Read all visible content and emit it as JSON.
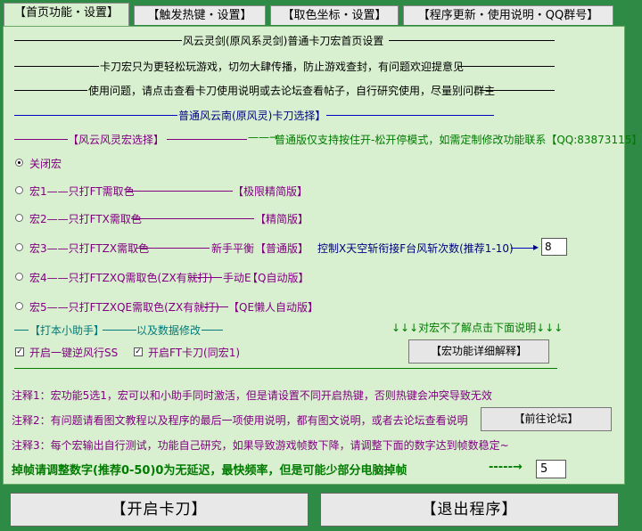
{
  "tabs": [
    {
      "label": "【首页功能・设置】"
    },
    {
      "label": "【触发热键・设置】"
    },
    {
      "label": "【取色坐标・设置】"
    },
    {
      "label": "【程序更新・使用说明・QQ群号】"
    }
  ],
  "header": {
    "title": "风云灵剑(原风系灵剑)普通卡刀宏首页设置",
    "line2": "卡刀宏只为更轻松玩游戏，切勿大肆传播，防止游戏查封，有问题欢迎提意见",
    "line3": "使用问题，请点击查看卡刀使用说明或去论坛查看帖子，自行研究使用，尽量别问群主"
  },
  "section": {
    "title": "普通风云南(原风灵)卡刀选择】",
    "macro_select": "【风云风灵宏选择】",
    "note": "普通版仅支持按住开-松开停模式，如需定制修改功能联系【QQ:83873115】"
  },
  "macros": [
    {
      "label": "关闭宏",
      "checked": true
    },
    {
      "label": "宏1——只打FT需取色",
      "tag": "【极限精简版】",
      "checked": false
    },
    {
      "label": "宏2——只打FTX需取色",
      "tag": "【精简版】",
      "checked": false
    },
    {
      "label": "宏3——只打FTZX需取色",
      "mid": "新手平衡",
      "tag": "【普通版】",
      "checked": false
    },
    {
      "label": "宏4——只打FTZXQ需取色(ZX有就打)",
      "mid": "手动E",
      "tag": "【Q自动版】",
      "checked": false
    },
    {
      "label": "宏5——只打FTZXQE需取色(ZX有就打)",
      "tag": "【QE懒人自动版】",
      "checked": false
    }
  ],
  "control": {
    "label": "控制X天空斩衔接F台风斩次数(推荐1-10)",
    "value": "8"
  },
  "helper": {
    "title": "【打本小助手】",
    "data": "以及数据修改",
    "arrows_note": "↓↓↓对宏不了解点击下面说明↓↓↓",
    "check1": "开启一键逆风行SS",
    "check1_checked": true,
    "check2": "开启FT卡刀(同宏1)",
    "check2_checked": true,
    "explain_button": "【宏功能详细解释】"
  },
  "notes": {
    "note1": "注释1：宏功能5选1，宏可以和小助手同时激活，但是请设置不同开启热键，否则热键会冲突导致无效",
    "note2": "注释2：有问题请看图文教程以及程序的最后一项使用说明，都有图文说明，或者去论坛查看说明",
    "forum_button": "【前往论坛】",
    "note3": "注释3：每个宏输出自行测试，功能自己研究，如果导致游戏帧数下降，请调整下面的数字达到帧数稳定~"
  },
  "frame": {
    "label": "掉帧请调整数字(推荐0-50)0为无延迟，最快频率，但是可能少部分电脑掉帧",
    "value": "5"
  },
  "footer": {
    "start": "【开启卡刀】",
    "exit": "【退出程序】"
  }
}
